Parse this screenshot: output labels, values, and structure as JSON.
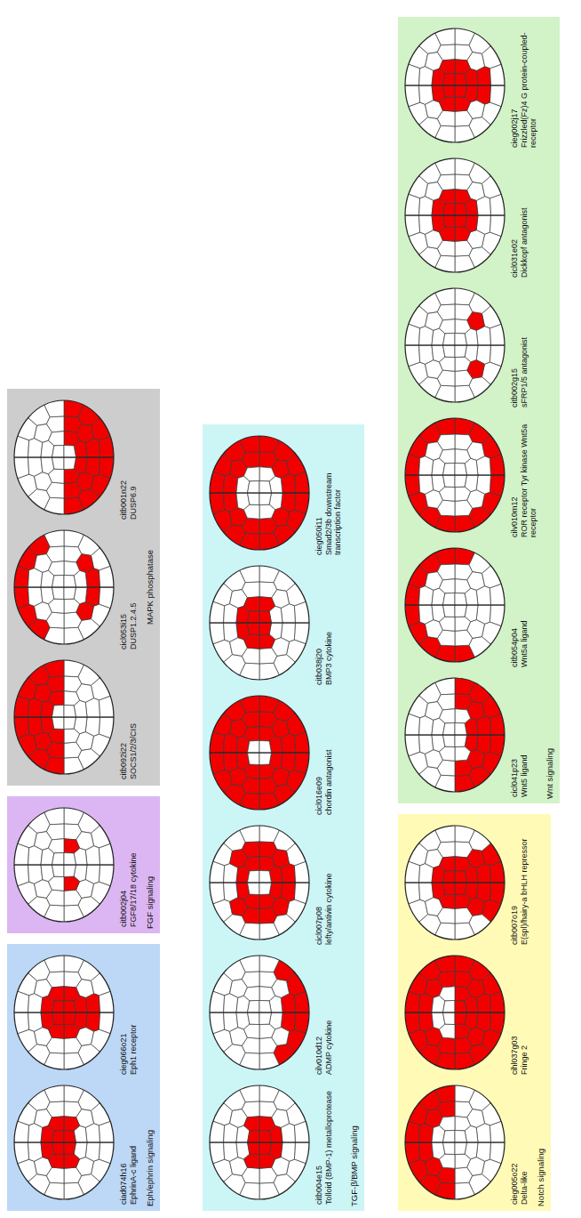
{
  "diagram": {
    "nodes": [
      {
        "text": [
          "Notch signaling"
        ]
      },
      {
        "text": [
          "cieg005o22",
          "Delta-like"
        ],
        "in": 0
      },
      {
        "text": [
          "cihl037g03",
          "Fringe 2"
        ],
        "in": 0
      },
      {
        "text": [
          "citb007o19",
          "E(spl)/hairy-a bHLH repressor"
        ],
        "in": 0
      },
      {
        "text": [
          "Wnt signaling"
        ]
      },
      {
        "text": [
          "cicl041p23",
          "Wnt5 ligand"
        ],
        "in": 4
      },
      {
        "text": [
          "citb054p04",
          "Wnt5a ligand"
        ],
        "in": 4
      },
      {
        "text": [
          "cilv010m12",
          "ROR receptor Tyr kinase Wnt5a receptor"
        ],
        "in": 4
      },
      {
        "text": [
          "citb002g15",
          "sFRP1/5 antagonist"
        ],
        "in": 4
      },
      {
        "text": [
          "cicl031e02",
          "Dickkopf antagonist"
        ],
        "in": 4
      },
      {
        "text": [
          "cieg002j17",
          "Frizzled(Fz)4 G protein-coupled-receptor"
        ],
        "in": 4
      },
      {
        "text": [
          "TGF-β/BMP signaling"
        ]
      },
      {
        "text": [
          "citb004e15",
          "Tolloid (BMP-1) metalloprotease"
        ],
        "in": 11
      },
      {
        "text": [
          "cilv010d12",
          "ADMP cytokine"
        ],
        "in": 11
      },
      {
        "text": [
          "cicl007p08",
          "lefty/antivin cytokine"
        ],
        "in": 11
      },
      {
        "text": [
          "cicl016e09",
          "chordin antagonist"
        ],
        "in": 11
      },
      {
        "text": [
          "citb038j20",
          "BMP3 cytokine"
        ],
        "in": 11
      },
      {
        "text": [
          "cieg050i11",
          "Smad2/3b downstream transcription factor"
        ],
        "in": 11
      },
      {
        "text": [
          "Eph/ephrin signaling"
        ]
      },
      {
        "text": [
          "ciad074h16",
          "EphrinA-c ligand"
        ],
        "in": 18
      },
      {
        "text": [
          "cieg066o21",
          "Eph1 receptor"
        ],
        "in": 18
      },
      {
        "text": [
          "FGF signaling"
        ]
      },
      {
        "text": [
          "citb002j04",
          "FGF8/17/18 cytokine"
        ],
        "in": 21
      },
      {
        "text": [
          "MAPK phosphatase"
        ]
      },
      {
        "text": [
          "citb092i22",
          "SOCS1/2/3/CIS"
        ],
        "in": 23
      },
      {
        "text": [
          "cicl053i15",
          "DUSP1.2.4.5"
        ],
        "in": 23
      },
      {
        "text": [
          "citb001n22",
          "DUSP6.9"
        ],
        "in": 23
      }
    ]
  }
}
